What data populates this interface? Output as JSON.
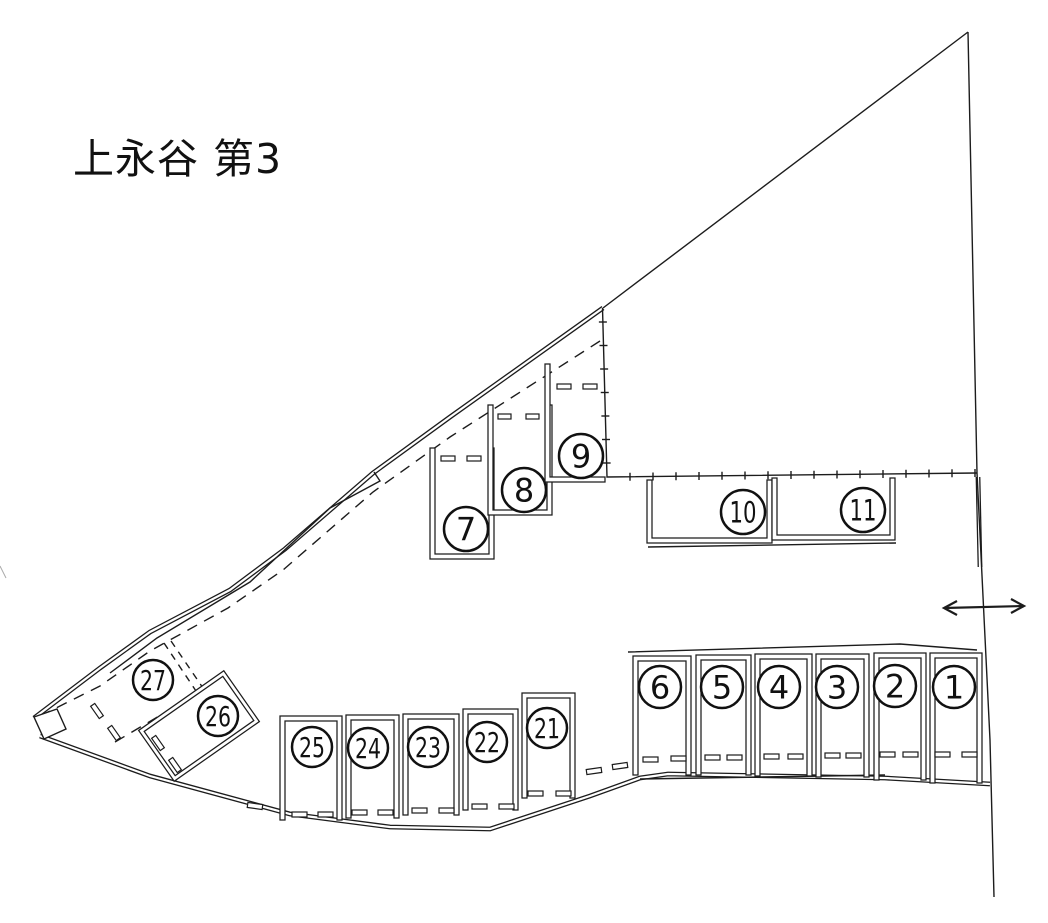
{
  "title": "上永谷 第3",
  "diagram_type": "parking-lot-layout-map",
  "colors": {
    "line": "#1c1c1c",
    "background": "#ffffff"
  },
  "symbols": {
    "entrance_width_marker": "left-right-arrow"
  },
  "spaces": [
    {
      "number": "1"
    },
    {
      "number": "2"
    },
    {
      "number": "3"
    },
    {
      "number": "4"
    },
    {
      "number": "5"
    },
    {
      "number": "6"
    },
    {
      "number": "7"
    },
    {
      "number": "8"
    },
    {
      "number": "9"
    },
    {
      "number": "10"
    },
    {
      "number": "11"
    },
    {
      "number": "21"
    },
    {
      "number": "22"
    },
    {
      "number": "23"
    },
    {
      "number": "24"
    },
    {
      "number": "25"
    },
    {
      "number": "26"
    },
    {
      "number": "27"
    }
  ]
}
